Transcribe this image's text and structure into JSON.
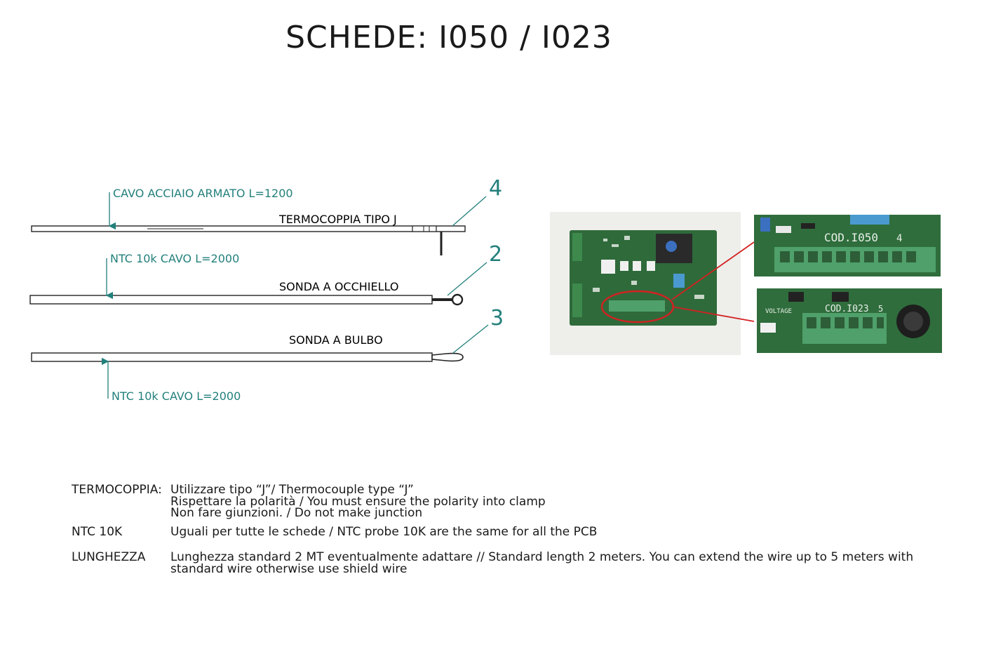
{
  "title": "SCHEDE: I050 / I023",
  "probes": [
    {
      "number": "4",
      "name": "TERMOCOPPIA TIPO J",
      "cable_label": "CAVO ACCIAIO ARMATO L=1200"
    },
    {
      "number": "2",
      "name": "SONDA A OCCHIELLO",
      "cable_label": "NTC 10k CAVO L=2000"
    },
    {
      "number": "3",
      "name": "SONDA A BULBO",
      "cable_label": "NTC 10k CAVO L=2000"
    }
  ],
  "photos": {
    "top_code": "COD.I050",
    "top_pin": "4",
    "bottom_code": "COD.I023",
    "bottom_pin": "5",
    "bottom_voltage": "VOLTAGE"
  },
  "notes": [
    {
      "key": "TERMOCOPPIA:",
      "lines": [
        "Utilizzare tipo “J”/ Thermocouple type “J”",
        "Rispettare la polarità / You must ensure the polarity into clamp",
        "Non fare giunzioni. / Do not make junction"
      ]
    },
    {
      "key": "NTC 10K",
      "lines": [
        "Uguali per tutte le schede / NTC probe 10K are the same for all the PCB"
      ]
    },
    {
      "key": "LUNGHEZZA",
      "lines": [
        "Lunghezza standard 2 MT eventualmente adattare // Standard length 2 meters. You can extend the wire up to 5 meters with",
        "standard wire otherwise use shield wire"
      ]
    }
  ],
  "colors": {
    "annotation": "#23807c",
    "pcb": "#2f6a3b",
    "highlight": "#d22222"
  }
}
